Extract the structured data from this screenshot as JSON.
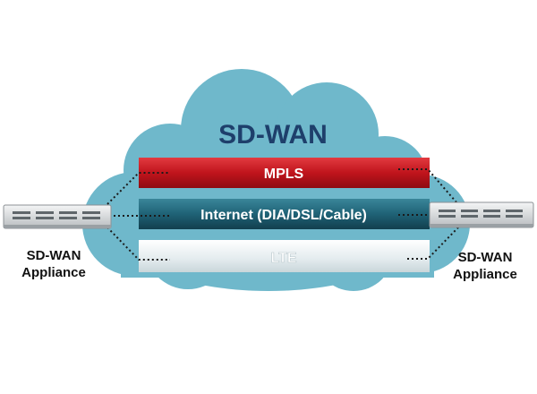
{
  "diagram": {
    "title": "SD-WAN",
    "links": [
      {
        "label": "MPLS"
      },
      {
        "label": "Internet (DIA/DSL/Cable)"
      },
      {
        "label": "LTE"
      }
    ],
    "left_appliance": {
      "line1": "SD-WAN",
      "line2": "Appliance"
    },
    "right_appliance": {
      "line1": "SD-WAN",
      "line2": "Appliance"
    }
  },
  "colors": {
    "cloud": "#6fb8cb",
    "cloud_edge": "#5aa6bb",
    "title": "#1e3f6b",
    "mpls": "#c0141c",
    "internet": "#1f6276",
    "lte": "#e8eef0",
    "lte_text": "#ffffff",
    "appliance": "#d9dcde"
  },
  "icons": {
    "appliance": "network-appliance-icon",
    "cloud": "cloud-icon"
  }
}
